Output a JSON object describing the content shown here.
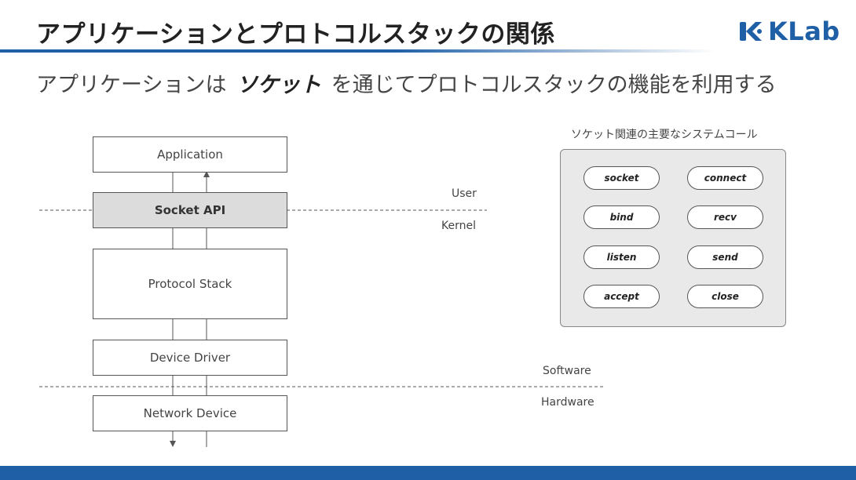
{
  "header": {
    "title": "アプリケーションとプロトコルスタックの関係",
    "logo_text": "KLab",
    "brand_color": "#1f5fa6"
  },
  "subtitle": {
    "before": "アプリケーションは",
    "emphasis": "ソケット",
    "after": "を通じてプロトコルスタックの機能を利用する"
  },
  "stack": {
    "application": "Application",
    "socket_api": "Socket API",
    "protocol_stack": "Protocol Stack",
    "device_driver": "Device Driver",
    "network_device": "Network Device"
  },
  "boundaries": {
    "user": "User",
    "kernel": "Kernel",
    "software": "Software",
    "hardware": "Hardware"
  },
  "syscalls": {
    "heading": "ソケット関連の主要なシステムコール",
    "items": [
      "socket",
      "connect",
      "bind",
      "recv",
      "listen",
      "send",
      "accept",
      "close"
    ]
  }
}
